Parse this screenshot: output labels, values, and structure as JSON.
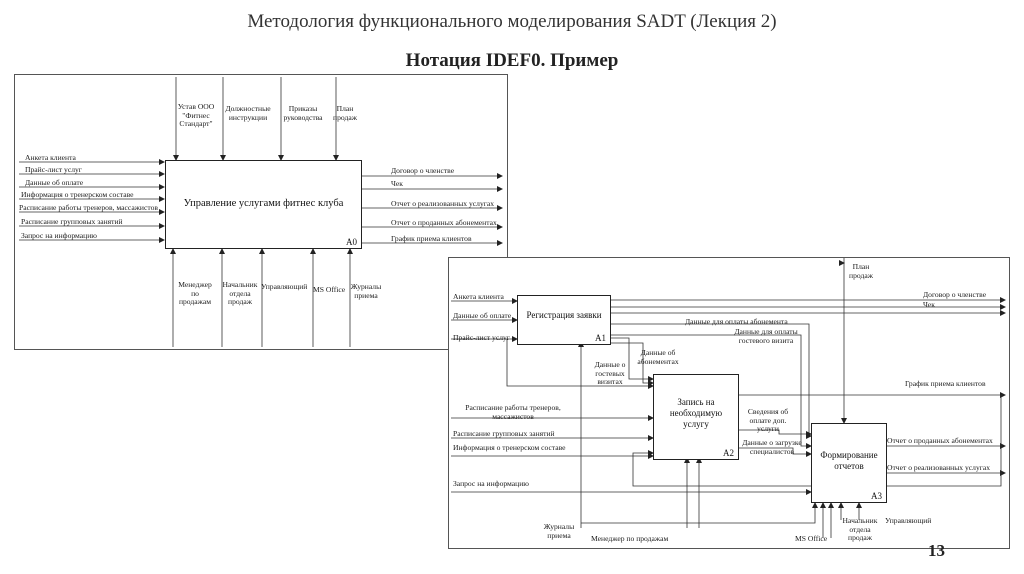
{
  "slide": {
    "title": "Методология функционального моделирования SADT (Лекция 2)",
    "subtitle": "Нотация IDEF0. Пример",
    "page_number": "13"
  },
  "diagram_a0": {
    "box": {
      "title": "Управление услугами фитнес клуба",
      "id": "A0"
    },
    "inputs": [
      "Анкета клиента",
      "Прайс-лист услуг",
      "Данные об оплате",
      "Информация о тренерском составе",
      "Расписание работы тренеров, массажистов",
      "Расписание групповых занятий",
      "Запрос на информацию"
    ],
    "controls": [
      "Устав ООО \"Фитнес Стандарт\"",
      "Должностные инструкции",
      "Приказы руководства",
      "План продаж"
    ],
    "outputs": [
      "Договор о членстве",
      "Чек",
      "Отчет о реализованных услугах",
      "Отчет о проданных абонементах",
      "График приема клиентов"
    ],
    "mechanisms": [
      "Менеджер по продажам",
      "Начальник отдела продаж",
      "Управляющий",
      "MS Office",
      "Журналы приема"
    ]
  },
  "diagram_a1": {
    "boxes": [
      {
        "title": "Регистрация заявки",
        "id": "A1"
      },
      {
        "title": "Запись на необходимую услугу",
        "id": "A2"
      },
      {
        "title": "Формирование отчетов",
        "id": "A3"
      }
    ],
    "inputs": [
      "Анкета клиента",
      "Данные об оплате",
      "Прайс-лист услуг",
      "Расписание работы тренеров, массажистов",
      "Расписание групповых занятий",
      "Информация о тренерском составе",
      "Запрос на информацию"
    ],
    "internal": [
      "Данные для оплаты абонемента",
      "Данные для оплаты гостевого визита",
      "Данные об абонементах",
      "Данные о гостевых визитах",
      "Сведения об оплате доп. услуги",
      "Данные о загрузке специалистов"
    ],
    "controls": [
      "План продаж"
    ],
    "outputs": [
      "Договор о членстве",
      "Чек",
      "График приема клиентов",
      "Отчет о проданных абонементах",
      "Отчет о реализованных услугах"
    ],
    "mechanisms": [
      "Журналы приема",
      "Менеджер по продажам",
      "MS Office",
      "Начальник отдела продаж",
      "Управляющий"
    ]
  }
}
